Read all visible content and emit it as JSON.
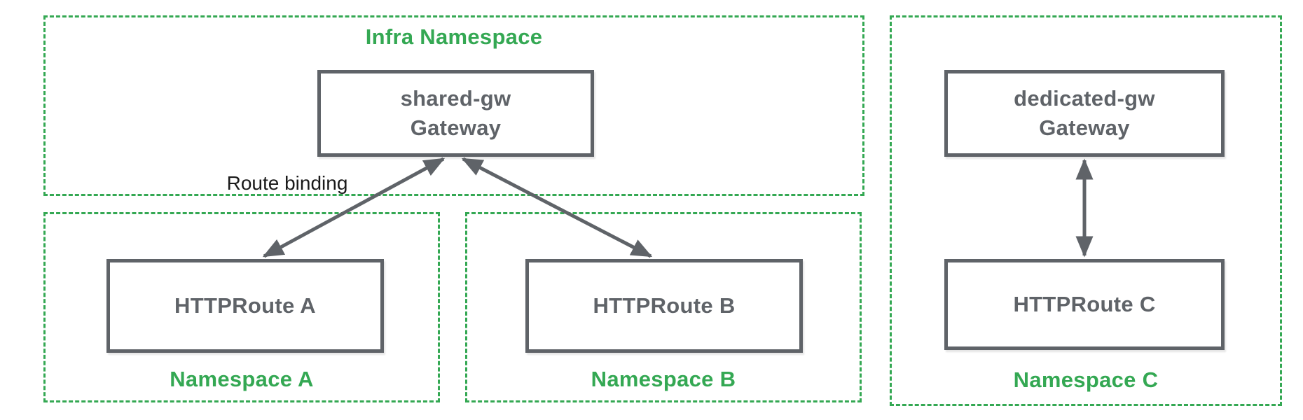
{
  "colors": {
    "green": "#34A853",
    "gray_border": "#5F6368",
    "gray_text": "#5F6368",
    "arrow": "#5F6368",
    "black_text": "#1A1A1A",
    "background": "#FFFFFF"
  },
  "namespaces": {
    "infra": {
      "label": "Infra Namespace"
    },
    "a": {
      "label": "Namespace A"
    },
    "b": {
      "label": "Namespace B"
    },
    "c": {
      "label": "Namespace C"
    }
  },
  "nodes": {
    "shared_gw": {
      "line1": "shared-gw",
      "line2": "Gateway"
    },
    "dedicated_gw": {
      "line1": "dedicated-gw",
      "line2": "Gateway"
    },
    "route_a": {
      "label": "HTTPRoute A"
    },
    "route_b": {
      "label": "HTTPRoute B"
    },
    "route_c": {
      "label": "HTTPRoute C"
    }
  },
  "annotations": {
    "route_binding": "Route binding"
  },
  "edges": [
    {
      "from": "HTTPRoute A",
      "to": "shared-gw Gateway",
      "style": "bidirectional"
    },
    {
      "from": "HTTPRoute B",
      "to": "shared-gw Gateway",
      "style": "bidirectional"
    },
    {
      "from": "HTTPRoute C",
      "to": "dedicated-gw Gateway",
      "style": "bidirectional"
    }
  ]
}
